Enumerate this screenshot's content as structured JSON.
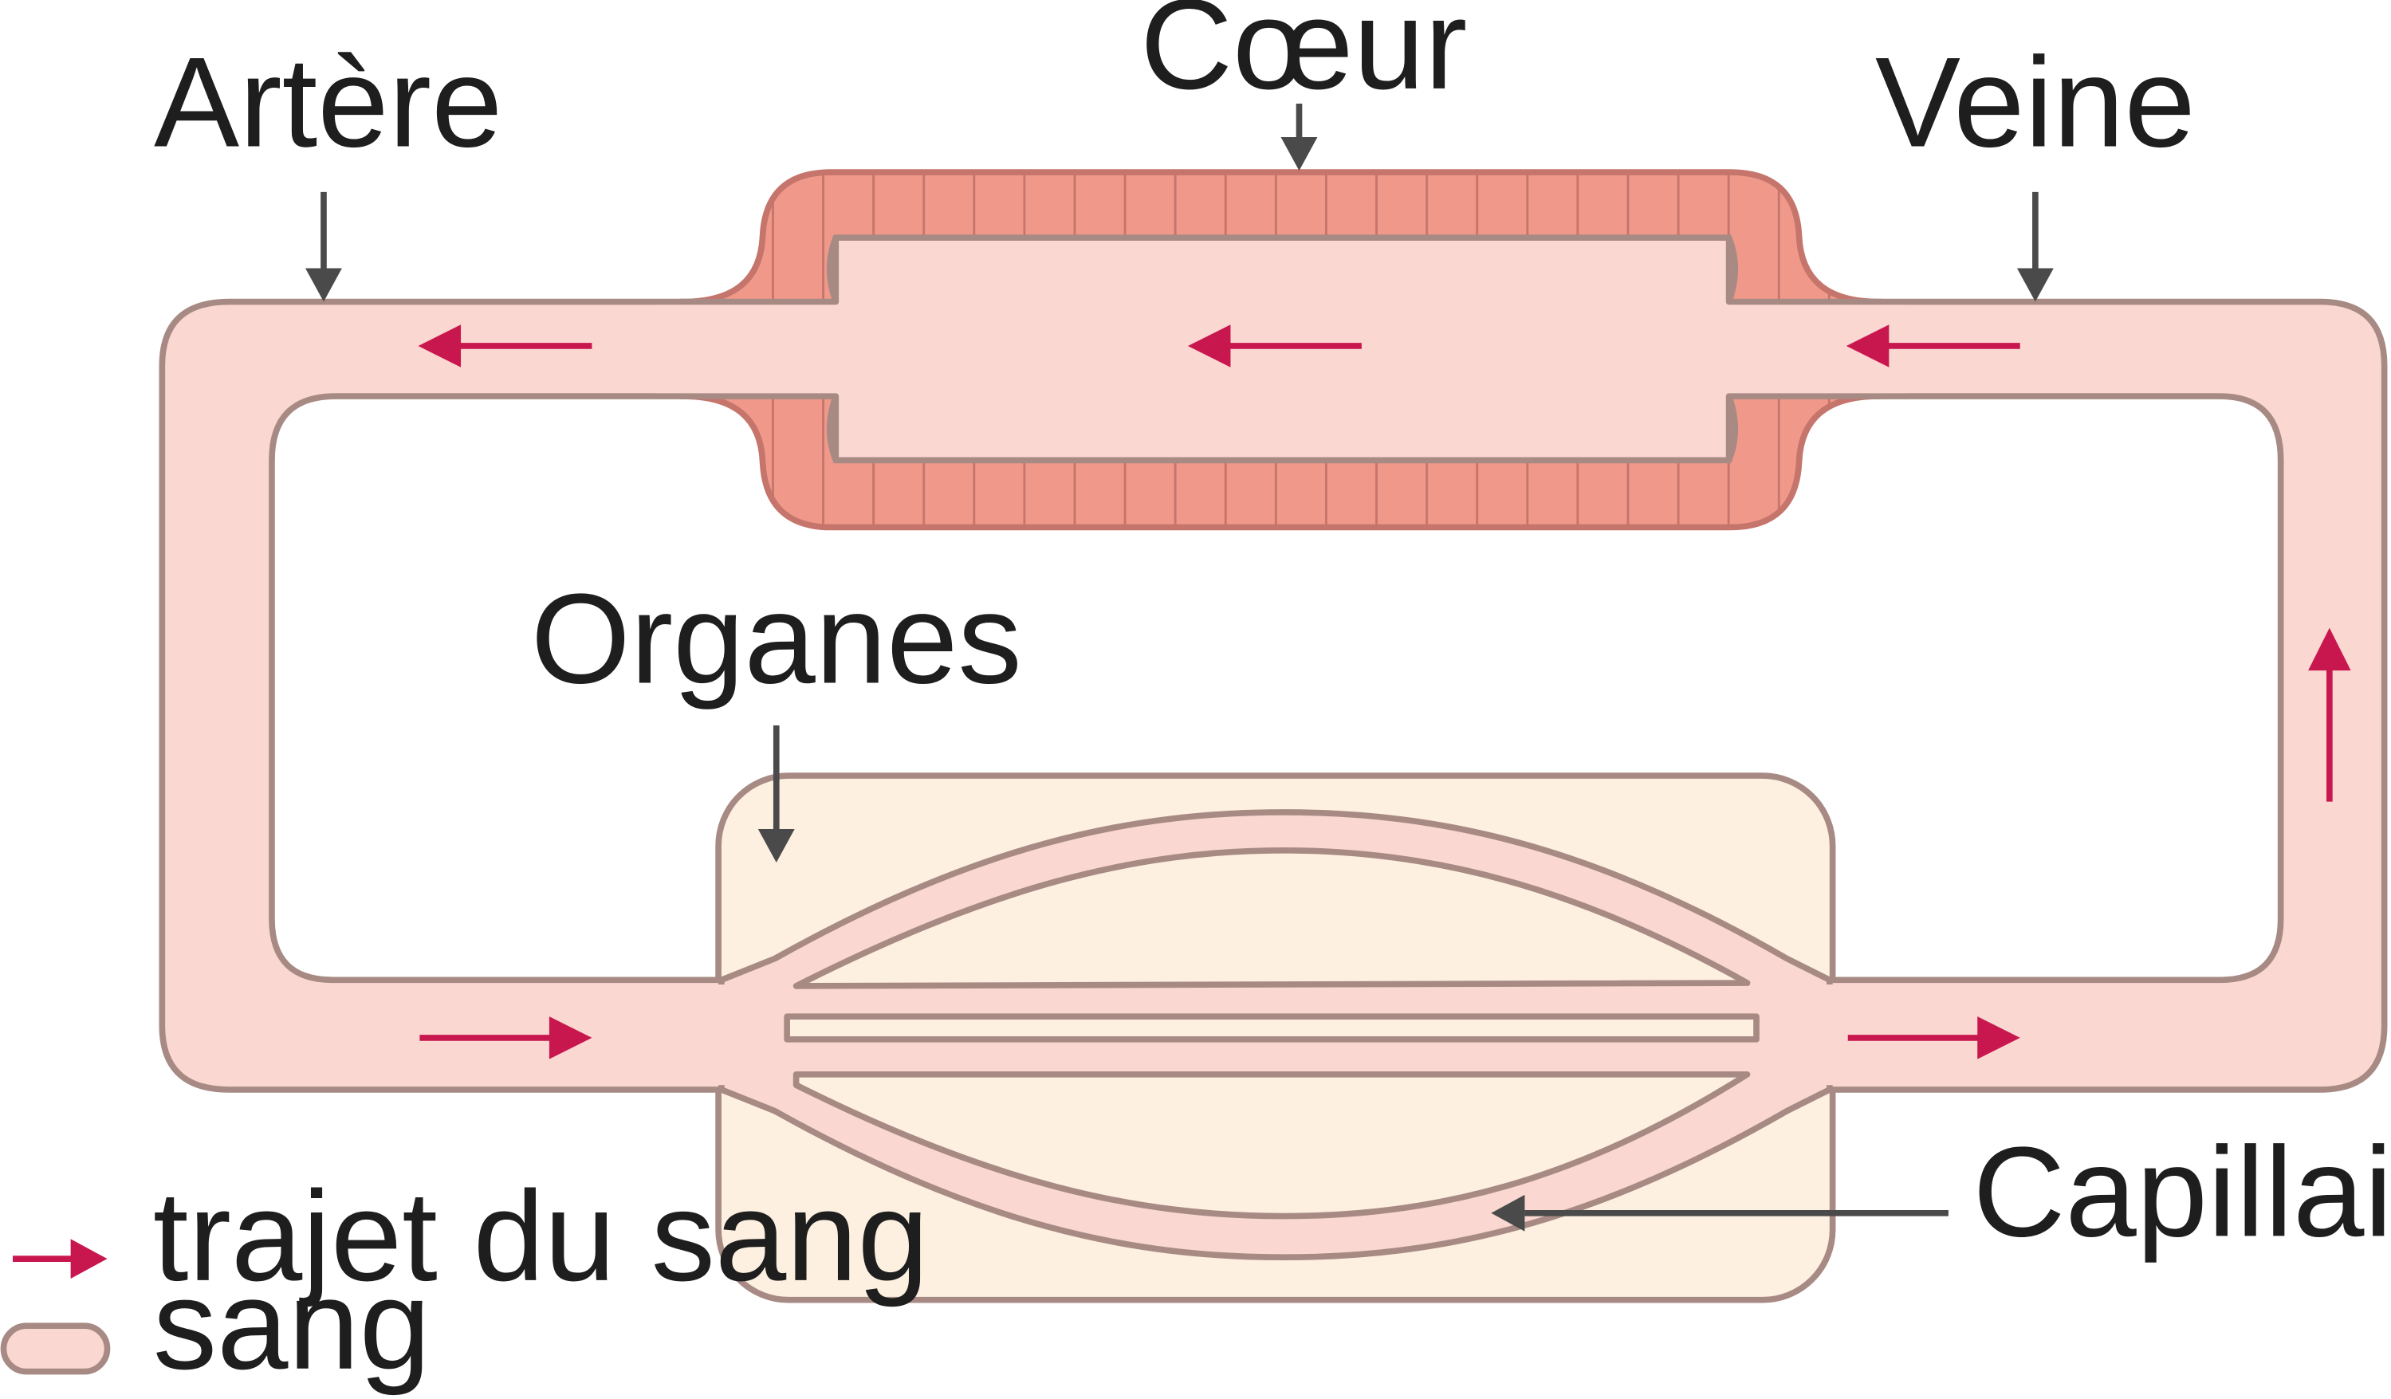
{
  "labels": {
    "heart": "Cœur",
    "artery": "Artère",
    "vein": "Veine",
    "organs": "Organes",
    "capillary": "Capillaire"
  },
  "legend": {
    "flow": "trajet du sang",
    "blood": "sang"
  },
  "colors": {
    "blood_fill": "#fad7d0",
    "vessel_stroke": "#a88a84",
    "heart_muscle": "#f0998a",
    "heart_stroke": "#c5756b",
    "organ_fill": "#fdf0e0",
    "flow_arrow": "#c8174e",
    "pointer_arrow": "#4a4a4a",
    "text": "#1e1e1e"
  },
  "icons": {
    "flow": "arrow-right-red",
    "pointer": "arrow-down-gray",
    "blood_swatch": "pill-pink"
  }
}
